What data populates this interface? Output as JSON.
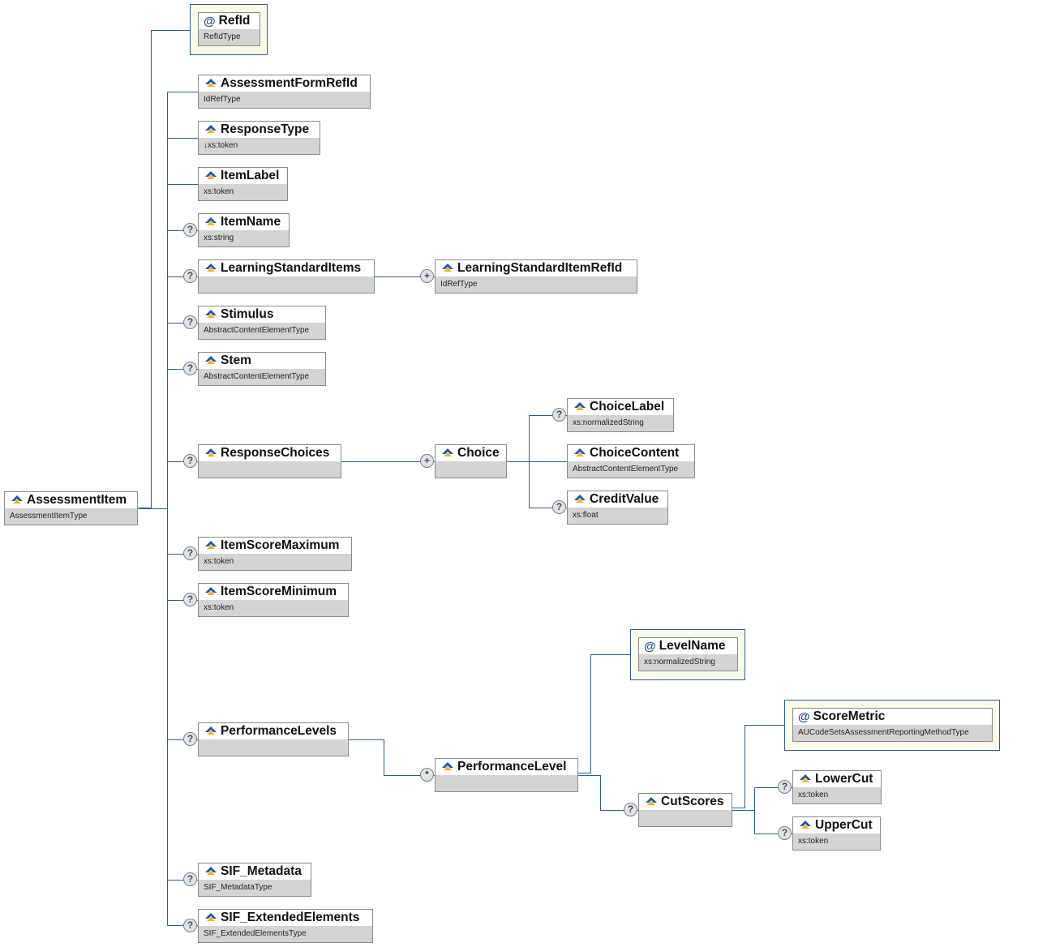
{
  "root": {
    "label": "AssessmentItem",
    "type": "AssessmentItemType"
  },
  "attributes": {
    "refid": {
      "label": "RefId",
      "type": "RefIdType"
    },
    "level_name": {
      "label": "LevelName",
      "type": "xs:normalizedString"
    },
    "score_metric": {
      "label": "ScoreMetric",
      "type": "AUCodeSetsAssessmentReportingMethodType"
    }
  },
  "elements": {
    "assessment_form_refid": {
      "label": "AssessmentFormRefId",
      "type": "IdRefType"
    },
    "response_type": {
      "label": "ResponseType",
      "type": "↓xs:token"
    },
    "item_label": {
      "label": "ItemLabel",
      "type": "xs:token"
    },
    "item_name": {
      "label": "ItemName",
      "type": "xs:string"
    },
    "learning_standard_items": {
      "label": "LearningStandardItems",
      "type": ""
    },
    "learning_standard_item_refid": {
      "label": "LearningStandardItemRefId",
      "type": "IdRefType"
    },
    "stimulus": {
      "label": "Stimulus",
      "type": "AbstractContentElementType"
    },
    "stem": {
      "label": "Stem",
      "type": "AbstractContentElementType"
    },
    "response_choices": {
      "label": "ResponseChoices",
      "type": ""
    },
    "choice": {
      "label": "Choice",
      "type": ""
    },
    "choice_label": {
      "label": "ChoiceLabel",
      "type": "xs:normalizedString"
    },
    "choice_content": {
      "label": "ChoiceContent",
      "type": "AbstractContentElementType"
    },
    "credit_value": {
      "label": "CreditValue",
      "type": "xs:float"
    },
    "item_score_maximum": {
      "label": "ItemScoreMaximum",
      "type": "xs:token"
    },
    "item_score_minimum": {
      "label": "ItemScoreMinimum",
      "type": "xs:token"
    },
    "performance_levels": {
      "label": "PerformanceLevels",
      "type": ""
    },
    "performance_level": {
      "label": "PerformanceLevel",
      "type": ""
    },
    "cut_scores": {
      "label": "CutScores",
      "type": ""
    },
    "lower_cut": {
      "label": "LowerCut",
      "type": "xs:token"
    },
    "upper_cut": {
      "label": "UpperCut",
      "type": "xs:token"
    },
    "sif_metadata": {
      "label": "SIF_Metadata",
      "type": "SIF_MetadataType"
    },
    "sif_extended_elements": {
      "label": "SIF_ExtendedElements",
      "type": "SIF_ExtendedElementsType"
    }
  },
  "badges": {
    "optional": "?",
    "one_or_more": "+",
    "zero_or_more": "*"
  },
  "colors": {
    "connector": "#2f5f8a",
    "type_bar": "#d4d4d4",
    "attribute_bg": "#fbfbec"
  }
}
